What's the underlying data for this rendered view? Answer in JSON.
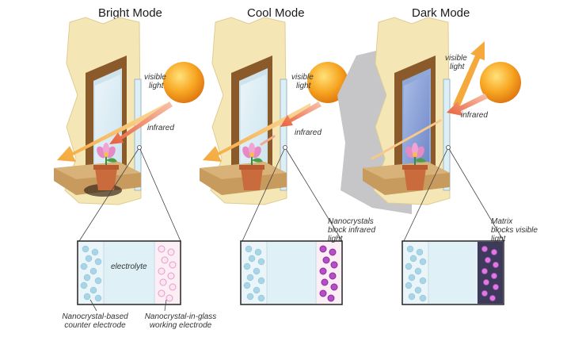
{
  "panels": [
    {
      "title": "Bright Mode",
      "visible_label_line1": "visible",
      "visible_label_line2": "light",
      "infrared_label": "infrared",
      "inset_label": "electrolyte",
      "left_electrode_line1": "Nanocrystal-based",
      "left_electrode_line2": "counter electrode",
      "right_electrode_line1": "Nanocrystal-in-glass",
      "right_electrode_line2": "working electrode"
    },
    {
      "title": "Cool Mode",
      "visible_label_line1": "visible",
      "visible_label_line2": "light",
      "infrared_label": "infrared",
      "note_line1": "Nanocrystals",
      "note_line2": "block infrared",
      "note_line3": "light"
    },
    {
      "title": "Dark Mode",
      "visible_label_line1": "visible",
      "visible_label_line2": "light",
      "infrared_label": "infrared",
      "note_line1": "Matrix",
      "note_line2": "blocks visible",
      "note_line3": "light"
    }
  ],
  "colors": {
    "wall": "#f5e6b5",
    "frame": "#8b5a2b",
    "sill": "#c79a5e",
    "sun": "#f5a623",
    "visible_arrow": "#f2b24a",
    "infrared_arrow": "#e8603a",
    "glass": "#dceef6",
    "glass_dark": "#8fa8d8",
    "cyan_dot": "#a8d4e6",
    "pink_dot": "#f4b7d9",
    "magenta_dot": "#b54fc7",
    "matrix_dark": "#3d3a5c",
    "pot": "#c96b3c",
    "flower": "#e68ac6"
  }
}
